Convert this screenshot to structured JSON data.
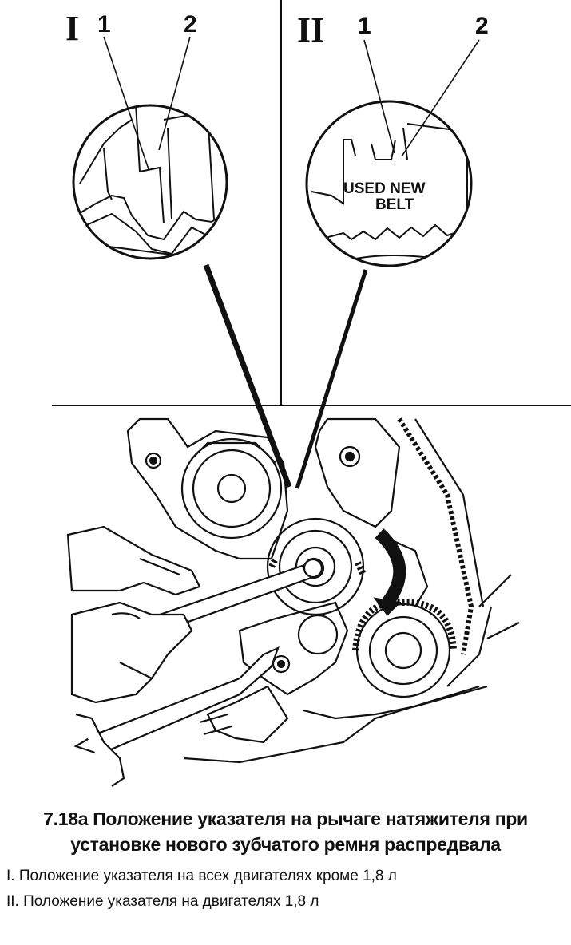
{
  "figure": {
    "panel_left": {
      "roman": "I",
      "callouts": [
        "1",
        "2"
      ]
    },
    "panel_right": {
      "roman": "II",
      "callouts": [
        "1",
        "2"
      ],
      "marking_line1": "USED NEW",
      "marking_line2": "BELT"
    }
  },
  "caption": {
    "number": "7.18а",
    "title_line1": "Положение указателя на рычаге натяжителя при",
    "title_line2": "установке нового зубчатого ремня распредвала",
    "legend": [
      "I. Положение указателя на всех двигателях кроме 1,8 л",
      "II. Положение указателя на двигателях 1,8 л"
    ]
  }
}
